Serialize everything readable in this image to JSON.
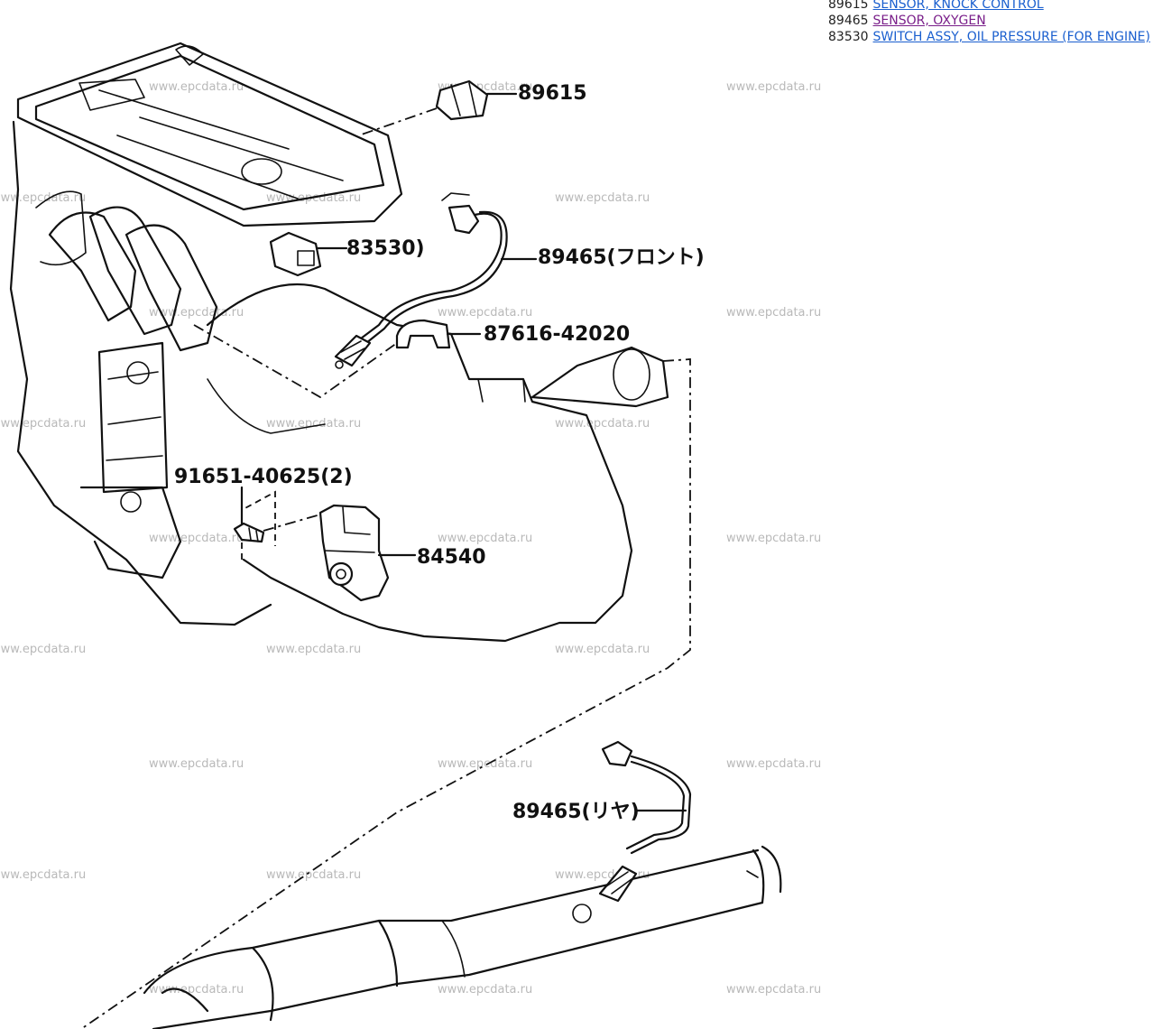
{
  "legend": [
    {
      "code": "89615",
      "name": "SENSOR, KNOCK CONTROL",
      "color": "#1a5fcf"
    },
    {
      "code": "89465",
      "name": "SENSOR, OXYGEN",
      "color": "#7a1f8a"
    },
    {
      "code": "83530",
      "name": "SWITCH ASSY, OIL PRESSURE (FOR ENGINE)",
      "color": "#1a5fcf"
    }
  ],
  "callouts": {
    "c89615": "89615",
    "c83530": "83530)",
    "c89465f": "89465(フロント)",
    "c87616": "87616-42020",
    "c91651": "91651-40625(2)",
    "c84540": "84540",
    "c89465r": "89465(リヤ)"
  },
  "watermark": "www.epcdata.ru"
}
